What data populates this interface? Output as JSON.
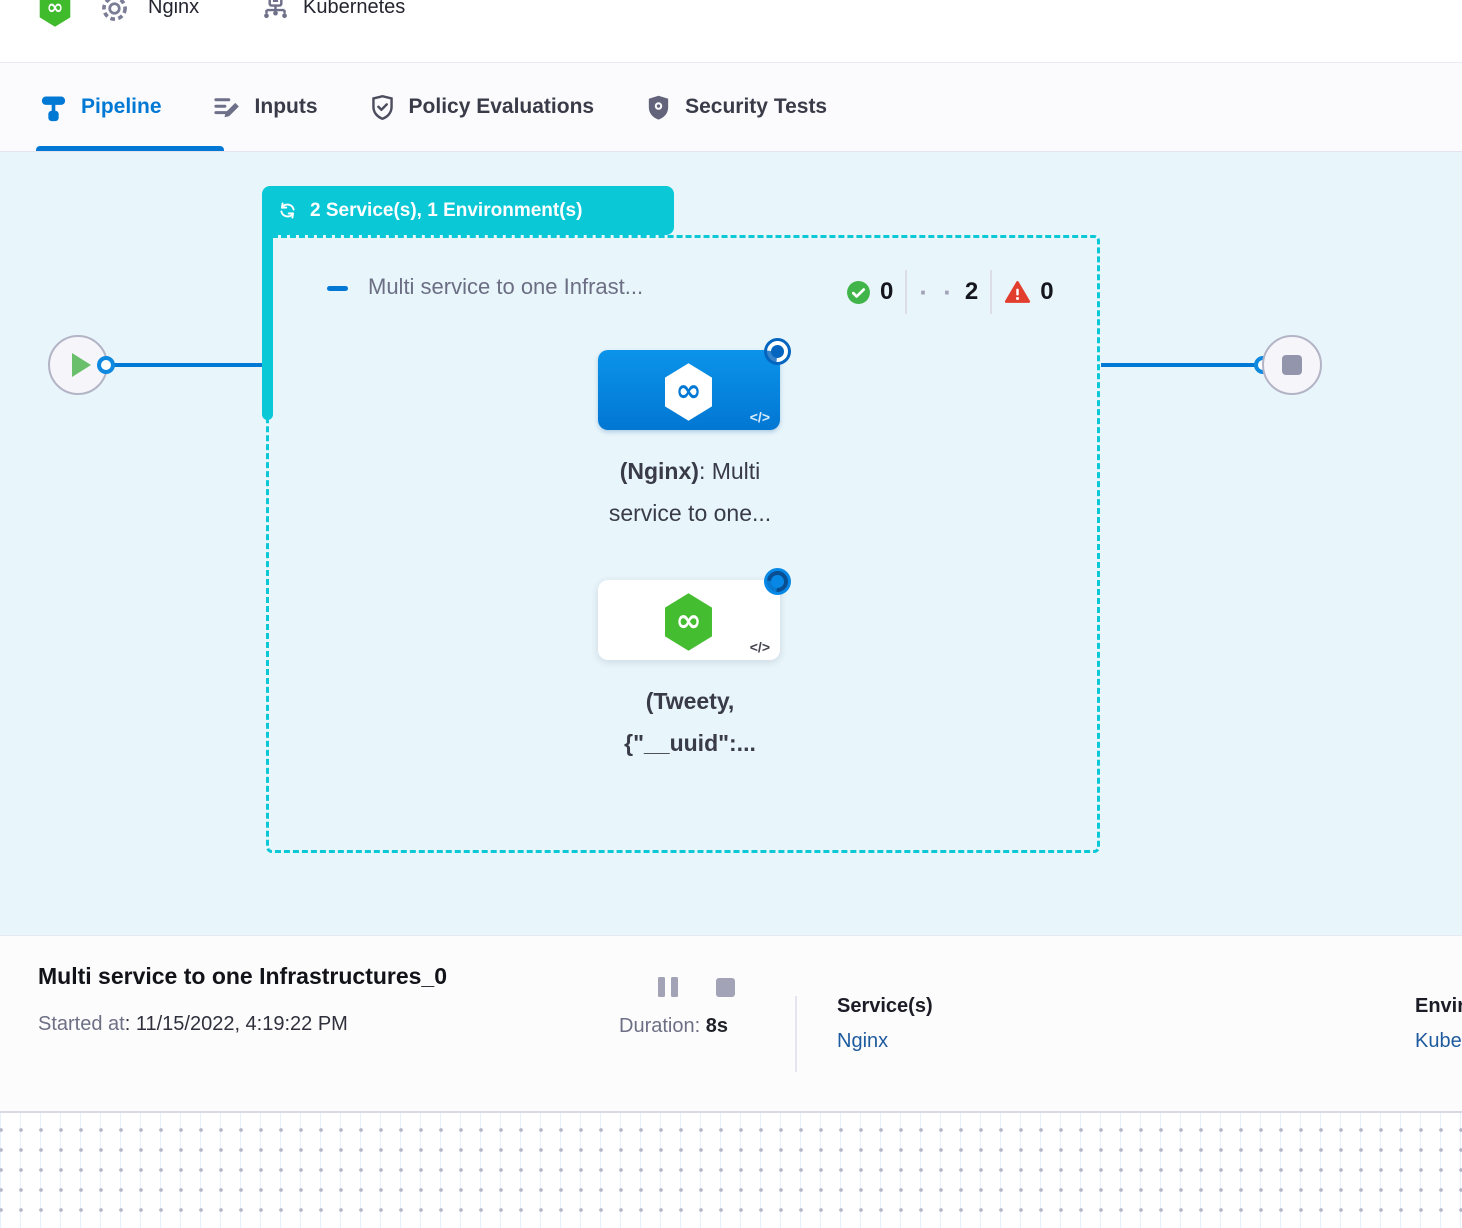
{
  "top_nav": {
    "service_label": "Nginx",
    "environment_label": "Kubernetes"
  },
  "tabs": {
    "pipeline": "Pipeline",
    "inputs": "Inputs",
    "policy": "Policy Evaluations",
    "security": "Security Tests"
  },
  "pipeline_canvas": {
    "group_badge_label": "2 Service(s), 1 Environment(s)",
    "stage_title": "Multi service to one Infrast...",
    "counts": {
      "success": "0",
      "running": "2",
      "failed": "0"
    },
    "running_dots": "· ·",
    "node_nginx": {
      "name_bold": "(Nginx)",
      "name_rest": ": Multi",
      "name_line2": "service to one...",
      "code_glyph": "</>"
    },
    "node_tweety": {
      "name_line1": "(Tweety,",
      "name_line2": "{\"__uuid\":...",
      "code_glyph": "</>"
    }
  },
  "footer": {
    "execution_title": "Multi service to one Infrastructures_0",
    "started_label": "Started at",
    "started_value": ": 11/15/2022, 4:19:22 PM",
    "duration_label": "Duration: ",
    "duration_value": "8s",
    "services_label": "Service(s)",
    "services_value": "Nginx",
    "environments_label": "Environment(s)",
    "environments_value": "Kubernetes"
  },
  "colors": {
    "accent_blue": "#0278d5",
    "teal": "#0bc8d6",
    "success_green": "#42b54a",
    "error_red": "#e23e2e",
    "canvas_bg": "#e8f5fb",
    "link_navy": "#1e5b9e"
  }
}
